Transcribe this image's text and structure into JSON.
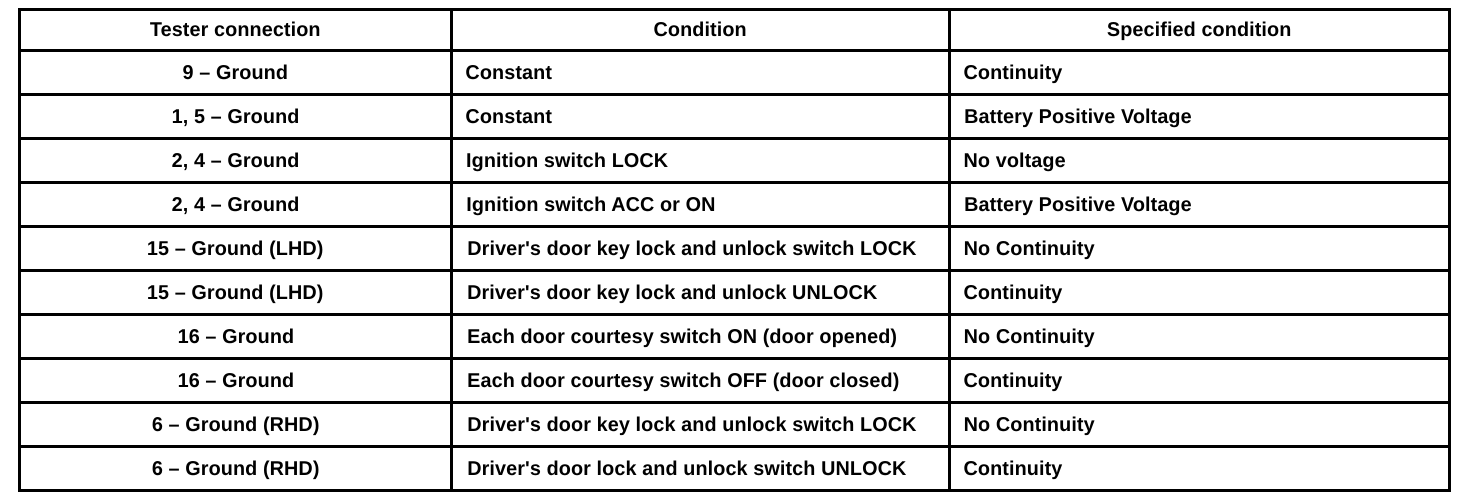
{
  "table": {
    "headers": [
      "Tester connection",
      "Condition",
      "Specified condition"
    ],
    "rows": [
      {
        "tester_connection": "9 – Ground",
        "condition": "Constant",
        "specified_condition": "Continuity"
      },
      {
        "tester_connection": "1, 5 – Ground",
        "condition": "Constant",
        "specified_condition": "Battery Positive Voltage"
      },
      {
        "tester_connection": "2, 4 – Ground",
        "condition": "Ignition switch LOCK",
        "specified_condition": "No voltage"
      },
      {
        "tester_connection": "2, 4 – Ground",
        "condition": "Ignition switch ACC or ON",
        "specified_condition": "Battery Positive Voltage"
      },
      {
        "tester_connection": "15 – Ground (LHD)",
        "condition": "Driver's door key lock and unlock switch LOCK",
        "specified_condition": "No Continuity"
      },
      {
        "tester_connection": "15 – Ground (LHD)",
        "condition": "Driver's door key lock and unlock UNLOCK",
        "specified_condition": "Continuity"
      },
      {
        "tester_connection": "16 – Ground",
        "condition": "Each door courtesy switch ON (door opened)",
        "specified_condition": "No Continuity"
      },
      {
        "tester_connection": "16 – Ground",
        "condition": "Each door courtesy switch OFF (door closed)",
        "specified_condition": "Continuity"
      },
      {
        "tester_connection": "6 – Ground (RHD)",
        "condition": "Driver's door key lock and unlock switch LOCK",
        "specified_condition": "No Continuity"
      },
      {
        "tester_connection": "6 – Ground (RHD)",
        "condition": "Driver's door lock and unlock switch UNLOCK",
        "specified_condition": "Continuity"
      }
    ]
  },
  "colors": {
    "background": "#ffffff",
    "text": "#000000",
    "border": "#000000"
  }
}
